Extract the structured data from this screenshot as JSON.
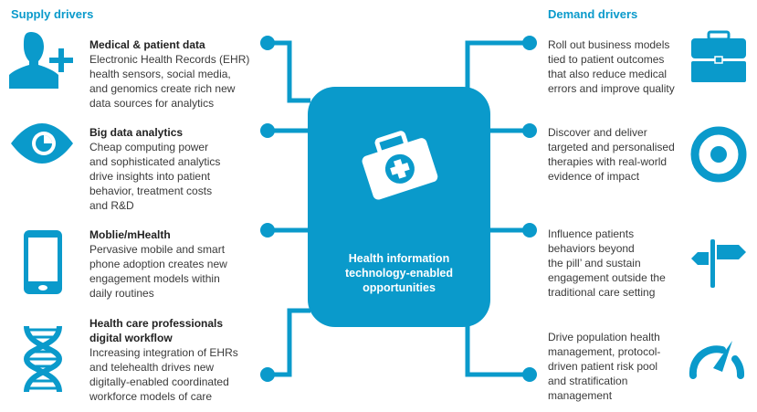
{
  "supply": {
    "heading": "Supply drivers",
    "items": [
      {
        "title": "Medical & patient data",
        "lines": [
          "Electronic Health Records (EHR)",
          "health sensors, social media,",
          "and genomics create rich new",
          "data sources for analytics"
        ],
        "icon": "user-plus-icon"
      },
      {
        "title": "Big data analytics",
        "lines": [
          "Cheap computing power",
          "and sophisticated analytics",
          "drive insights into patient",
          "behavior, treatment costs",
          "and R&D"
        ],
        "icon": "eye-icon"
      },
      {
        "title": "Moblie/mHealth",
        "lines": [
          "Pervasive mobile and smart",
          "phone adoption creates new",
          "engagement models within",
          "daily routines"
        ],
        "icon": "smartphone-icon"
      },
      {
        "title_lines": [
          "Health care professionals",
          "digital workflow"
        ],
        "lines": [
          "Increasing integration of EHRs",
          "and telehealth drives new",
          "digitally-enabled coordinated",
          "workforce models of care"
        ],
        "icon": "dna-icon"
      }
    ]
  },
  "demand": {
    "heading": "Demand drivers",
    "items": [
      {
        "lines": [
          "Roll out business models",
          "tied to patient outcomes",
          "that also reduce medical",
          "errors and improve quality"
        ],
        "icon": "briefcase-icon"
      },
      {
        "lines": [
          "Discover and deliver",
          "targeted and personalised",
          "therapies with real-world",
          "evidence of impact"
        ],
        "icon": "target-icon"
      },
      {
        "lines": [
          "Influence patients",
          "behaviors beyond",
          "the pill’ and sustain",
          "engagement outside the",
          "traditional care setting"
        ],
        "icon": "signpost-icon"
      },
      {
        "lines": [
          "Drive population health",
          "management, protocol-",
          "driven patient risk pool",
          "and stratification",
          "management"
        ],
        "icon": "speedometer-icon"
      }
    ]
  },
  "hub": {
    "lines": [
      "Health information",
      "technology-enabled",
      "opportunities"
    ],
    "icon": "medical-kit-icon"
  },
  "colors": {
    "accent": "#0a9acb",
    "text": "#3a3a3a"
  }
}
